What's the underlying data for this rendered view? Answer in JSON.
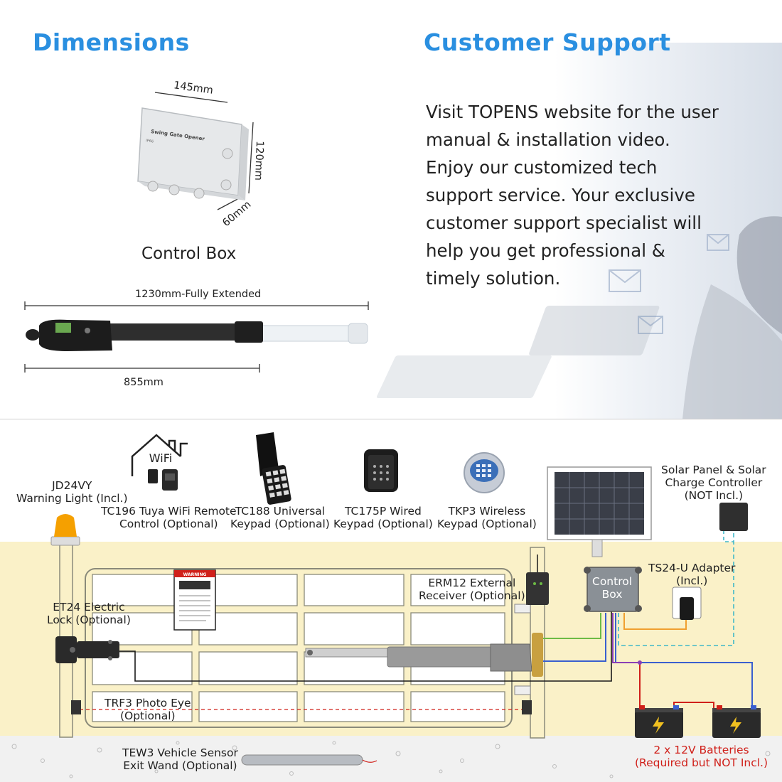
{
  "sections": {
    "dimensions_title": "Dimensions",
    "support_title": "Customer  Support"
  },
  "support": {
    "lines": [
      "Visit TOPENS website for the user",
      "manual & installation video.",
      "Enjoy our customized tech",
      "support service. Your exclusive",
      "customer support specialist will",
      "help you get professional &",
      "timely solution."
    ]
  },
  "control_box": {
    "name": "Control Box",
    "width": "145mm",
    "height": "120mm",
    "depth": "60mm",
    "lid_label": "Swing Gate Opener",
    "rating": "IP66"
  },
  "actuator": {
    "extended": "1230mm-Fully Extended",
    "retracted": "855mm"
  },
  "wifi_text": "WiFi",
  "components": {
    "jd24vy": [
      "JD24VY",
      "Warning Light (Incl.)"
    ],
    "tc196": [
      "TC196 Tuya WiFi Remote",
      "Control (Optional)"
    ],
    "tc188": [
      "TC188 Universal",
      "Keypad (Optional)"
    ],
    "tc175p": [
      "TC175P Wired",
      "Keypad (Optional)"
    ],
    "tkp3": [
      "TKP3 Wireless",
      "Keypad (Optional)"
    ],
    "solar": [
      "Solar Panel & Solar",
      "Charge Controller",
      "(NOT Incl.)"
    ],
    "erm12": [
      "ERM12 External",
      "Receiver (Optional)"
    ],
    "control_box": [
      "Control",
      "Box"
    ],
    "ts24u": [
      "TS24-U Adapter",
      "(Incl.)"
    ],
    "et24": [
      "ET24 Electric",
      "Lock (Optional)"
    ],
    "trf3": [
      "TRF3 Photo Eye",
      "(Optional)"
    ],
    "tew3": [
      "TEW3 Vehicle Sensor",
      "Exit Wand (Optional)"
    ],
    "batteries": [
      "2 x 12V Batteries",
      "(Required but NOT Incl.)"
    ]
  },
  "warning_sign": "WARNING",
  "colors": {
    "title_blue": "#2a8fe0",
    "fence_fill": "#faf1c8",
    "wire_green": "#6dbb45",
    "wire_blue": "#3a5fcf",
    "wire_orange": "#f0a030",
    "wire_purple": "#8a3fb5",
    "wire_red": "#d0201a",
    "wire_cyan": "#3fb8c8",
    "battery_note_red": "#d0201a"
  }
}
